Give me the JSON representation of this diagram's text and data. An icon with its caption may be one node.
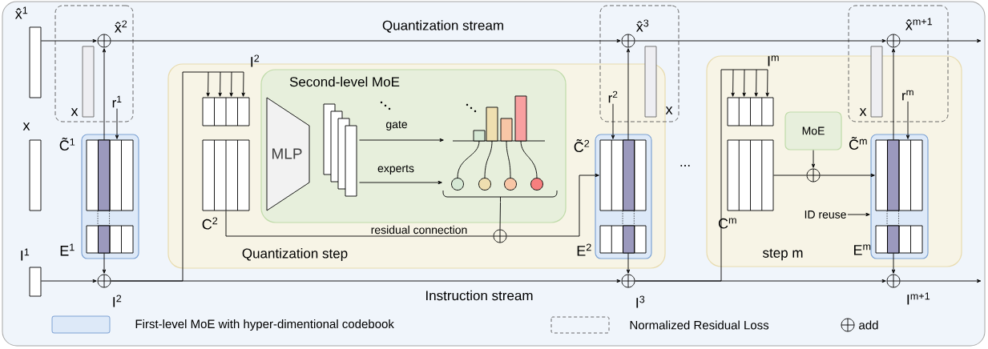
{
  "diagram": {
    "nodes": [
      {
        "text": [],
        "shape": "bar",
        "beside": [
          "x̂$^{1}$"
        ]
      },
      {
        "text": [],
        "shape": "bar",
        "beside": [
          "x"
        ]
      },
      {
        "text": [],
        "shape": "bar",
        "beside": [
          "I$^{1}$"
        ]
      },
      {
        "text": [],
        "shape": "box"
      },
      {
        "text": [],
        "shape": "bar",
        "beside": [
          "x"
        ],
        "in": 3
      },
      {
        "text": [],
        "shape": "circle",
        "beside": [
          "x̂$^{2}$"
        ],
        "in": 3
      },
      {
        "text": [],
        "shape": "box"
      },
      {
        "text": [],
        "shape": "box",
        "beside": [
          "C̃$^{1}$"
        ],
        "in": 6
      },
      {
        "text": [],
        "shape": "box",
        "beside": [
          "E$^{1}$"
        ],
        "in": 6
      },
      {
        "text": [
          "r$^{1}$"
        ],
        "in": 3
      },
      {
        "text": [],
        "shape": "circle",
        "beside": [
          "I$^{2}$"
        ]
      },
      {
        "text": [
          "Quantization step"
        ]
      },
      {
        "text": [],
        "shape": "box",
        "beside": [
          "I$^{2}$"
        ],
        "in": 11
      },
      {
        "text": [],
        "shape": "box",
        "beside": [
          "C$^{2}$"
        ],
        "in": 11
      },
      {
        "text": [
          "Second-level MoE"
        ],
        "in": 11
      },
      {
        "text": [
          "MLP"
        ],
        "in": 14
      },
      {
        "text": [],
        "shape": "box",
        "in": 14
      },
      {
        "text": [],
        "shape": "picture",
        "in": 14
      },
      {
        "text": [],
        "shape": "picture",
        "in": 14
      },
      {
        "text": [],
        "shape": "circle",
        "in": 11
      },
      {
        "text": [],
        "shape": "box",
        "in": 11
      },
      {
        "text": [],
        "shape": "box",
        "beside": [
          "C̃$^{2}$"
        ],
        "in": 20
      },
      {
        "text": [],
        "shape": "box",
        "beside": [
          "E$^{2}$"
        ],
        "in": 20
      },
      {
        "text": [
          "r$^{2}$"
        ]
      },
      {
        "text": [],
        "shape": "box"
      },
      {
        "text": [],
        "shape": "bar",
        "beside": [
          "x"
        ],
        "in": 24
      },
      {
        "text": [],
        "shape": "circle",
        "beside": [
          "x̂$^{3}$"
        ],
        "in": 24
      },
      {
        "text": [],
        "shape": "circle",
        "beside": [
          "I$^{3}$"
        ]
      },
      {
        "text": [
          "step m"
        ]
      },
      {
        "text": [],
        "shape": "box",
        "beside": [
          "I$^{m}$"
        ],
        "in": 28
      },
      {
        "text": [],
        "shape": "box",
        "beside": [
          "C$^{m}$"
        ],
        "in": 28
      },
      {
        "text": [
          "MoE"
        ],
        "in": 28
      },
      {
        "text": [],
        "shape": "circle",
        "in": 28
      },
      {
        "text": [],
        "shape": "box",
        "in": 28
      },
      {
        "text": [],
        "shape": "box",
        "beside": [
          "C̃$^{m}$"
        ],
        "in": 33
      },
      {
        "text": [],
        "shape": "box",
        "beside": [
          "E$^{m}$"
        ],
        "in": 33
      },
      {
        "text": [
          "r$^{m}$"
        ]
      },
      {
        "text": [
          "ID reuse"
        ],
        "in": 28
      },
      {
        "text": [],
        "shape": "box"
      },
      {
        "text": [],
        "shape": "bar",
        "beside": [
          "x"
        ],
        "in": 38
      },
      {
        "text": [],
        "shape": "circle",
        "beside": [
          "x̂$^{m+1}$"
        ],
        "in": 38
      },
      {
        "text": [],
        "shape": "circle",
        "beside": [
          "I$^{m+1}$"
        ]
      }
    ],
    "edges": [
      {
        "from": 0,
        "to": 5,
        "arrow": "to"
      },
      {
        "from": 7,
        "to": 5,
        "arrow": "to"
      },
      {
        "from": 9,
        "to": 7,
        "arrow": "to"
      },
      {
        "from": 8,
        "to": 10,
        "arrow": "to"
      },
      {
        "from": 2,
        "to": 10,
        "arrow": "to"
      },
      {
        "from": 5,
        "to": 26,
        "arrow": "to"
      },
      {
        "from": 10,
        "to": 27,
        "arrow": "to"
      },
      {
        "from": 10,
        "to": 12,
        "arrow": "to"
      },
      {
        "from": 13,
        "to": 19,
        "arrow": "none",
        "label": "residual connection"
      },
      {
        "from": 18,
        "to": 19,
        "arrow": "none"
      },
      {
        "from": 19,
        "to": 21,
        "arrow": "to"
      },
      {
        "from": 16,
        "to": 17,
        "arrow": "to",
        "label": "gate"
      },
      {
        "from": 16,
        "to": 18,
        "arrow": "to",
        "label": "experts"
      },
      {
        "from": 23,
        "to": 21,
        "arrow": "to"
      },
      {
        "from": 21,
        "to": 26,
        "arrow": "to"
      },
      {
        "from": 22,
        "to": 27,
        "arrow": "to"
      },
      {
        "from": 26,
        "to": 40,
        "arrow": "to"
      },
      {
        "from": 27,
        "to": 41,
        "arrow": "to"
      },
      {
        "from": 27,
        "to": 29,
        "arrow": "to"
      },
      {
        "from": 30,
        "to": 32,
        "arrow": "none"
      },
      {
        "from": 32,
        "to": 34,
        "arrow": "to"
      },
      {
        "from": 31,
        "to": 32,
        "arrow": "to"
      },
      {
        "from": 36,
        "to": 34,
        "arrow": "to"
      },
      {
        "from": 37,
        "to": 33,
        "arrow": "to"
      },
      {
        "from": 34,
        "to": 40,
        "arrow": "to"
      },
      {
        "from": 35,
        "to": 41,
        "arrow": "to"
      },
      {
        "from": 40,
        "to": null,
        "arrow": "to"
      },
      {
        "from": 41,
        "to": null,
        "arrow": "to"
      },
      {
        "from": 7,
        "to": 8,
        "arrow": "none",
        "style": "dashed"
      },
      {
        "from": 7,
        "to": 8,
        "arrow": "none",
        "style": "dashed"
      },
      {
        "from": 21,
        "to": 22,
        "arrow": "none",
        "style": "dashed"
      },
      {
        "from": 21,
        "to": 22,
        "arrow": "none",
        "style": "dashed"
      },
      {
        "from": 34,
        "to": 35,
        "arrow": "none",
        "style": "dashed"
      },
      {
        "from": 34,
        "to": 35,
        "arrow": "none",
        "style": "dashed"
      }
    ],
    "labels": [
      "Quantization stream",
      "Instruction stream",
      "..."
    ],
    "legend": [
      {
        "text": "First-level MoE with hyper-dimentional codebook",
        "color": "#dde9f8"
      },
      {
        "text": "Normalized Residual Loss"
      },
      {
        "text": "add"
      }
    ]
  }
}
